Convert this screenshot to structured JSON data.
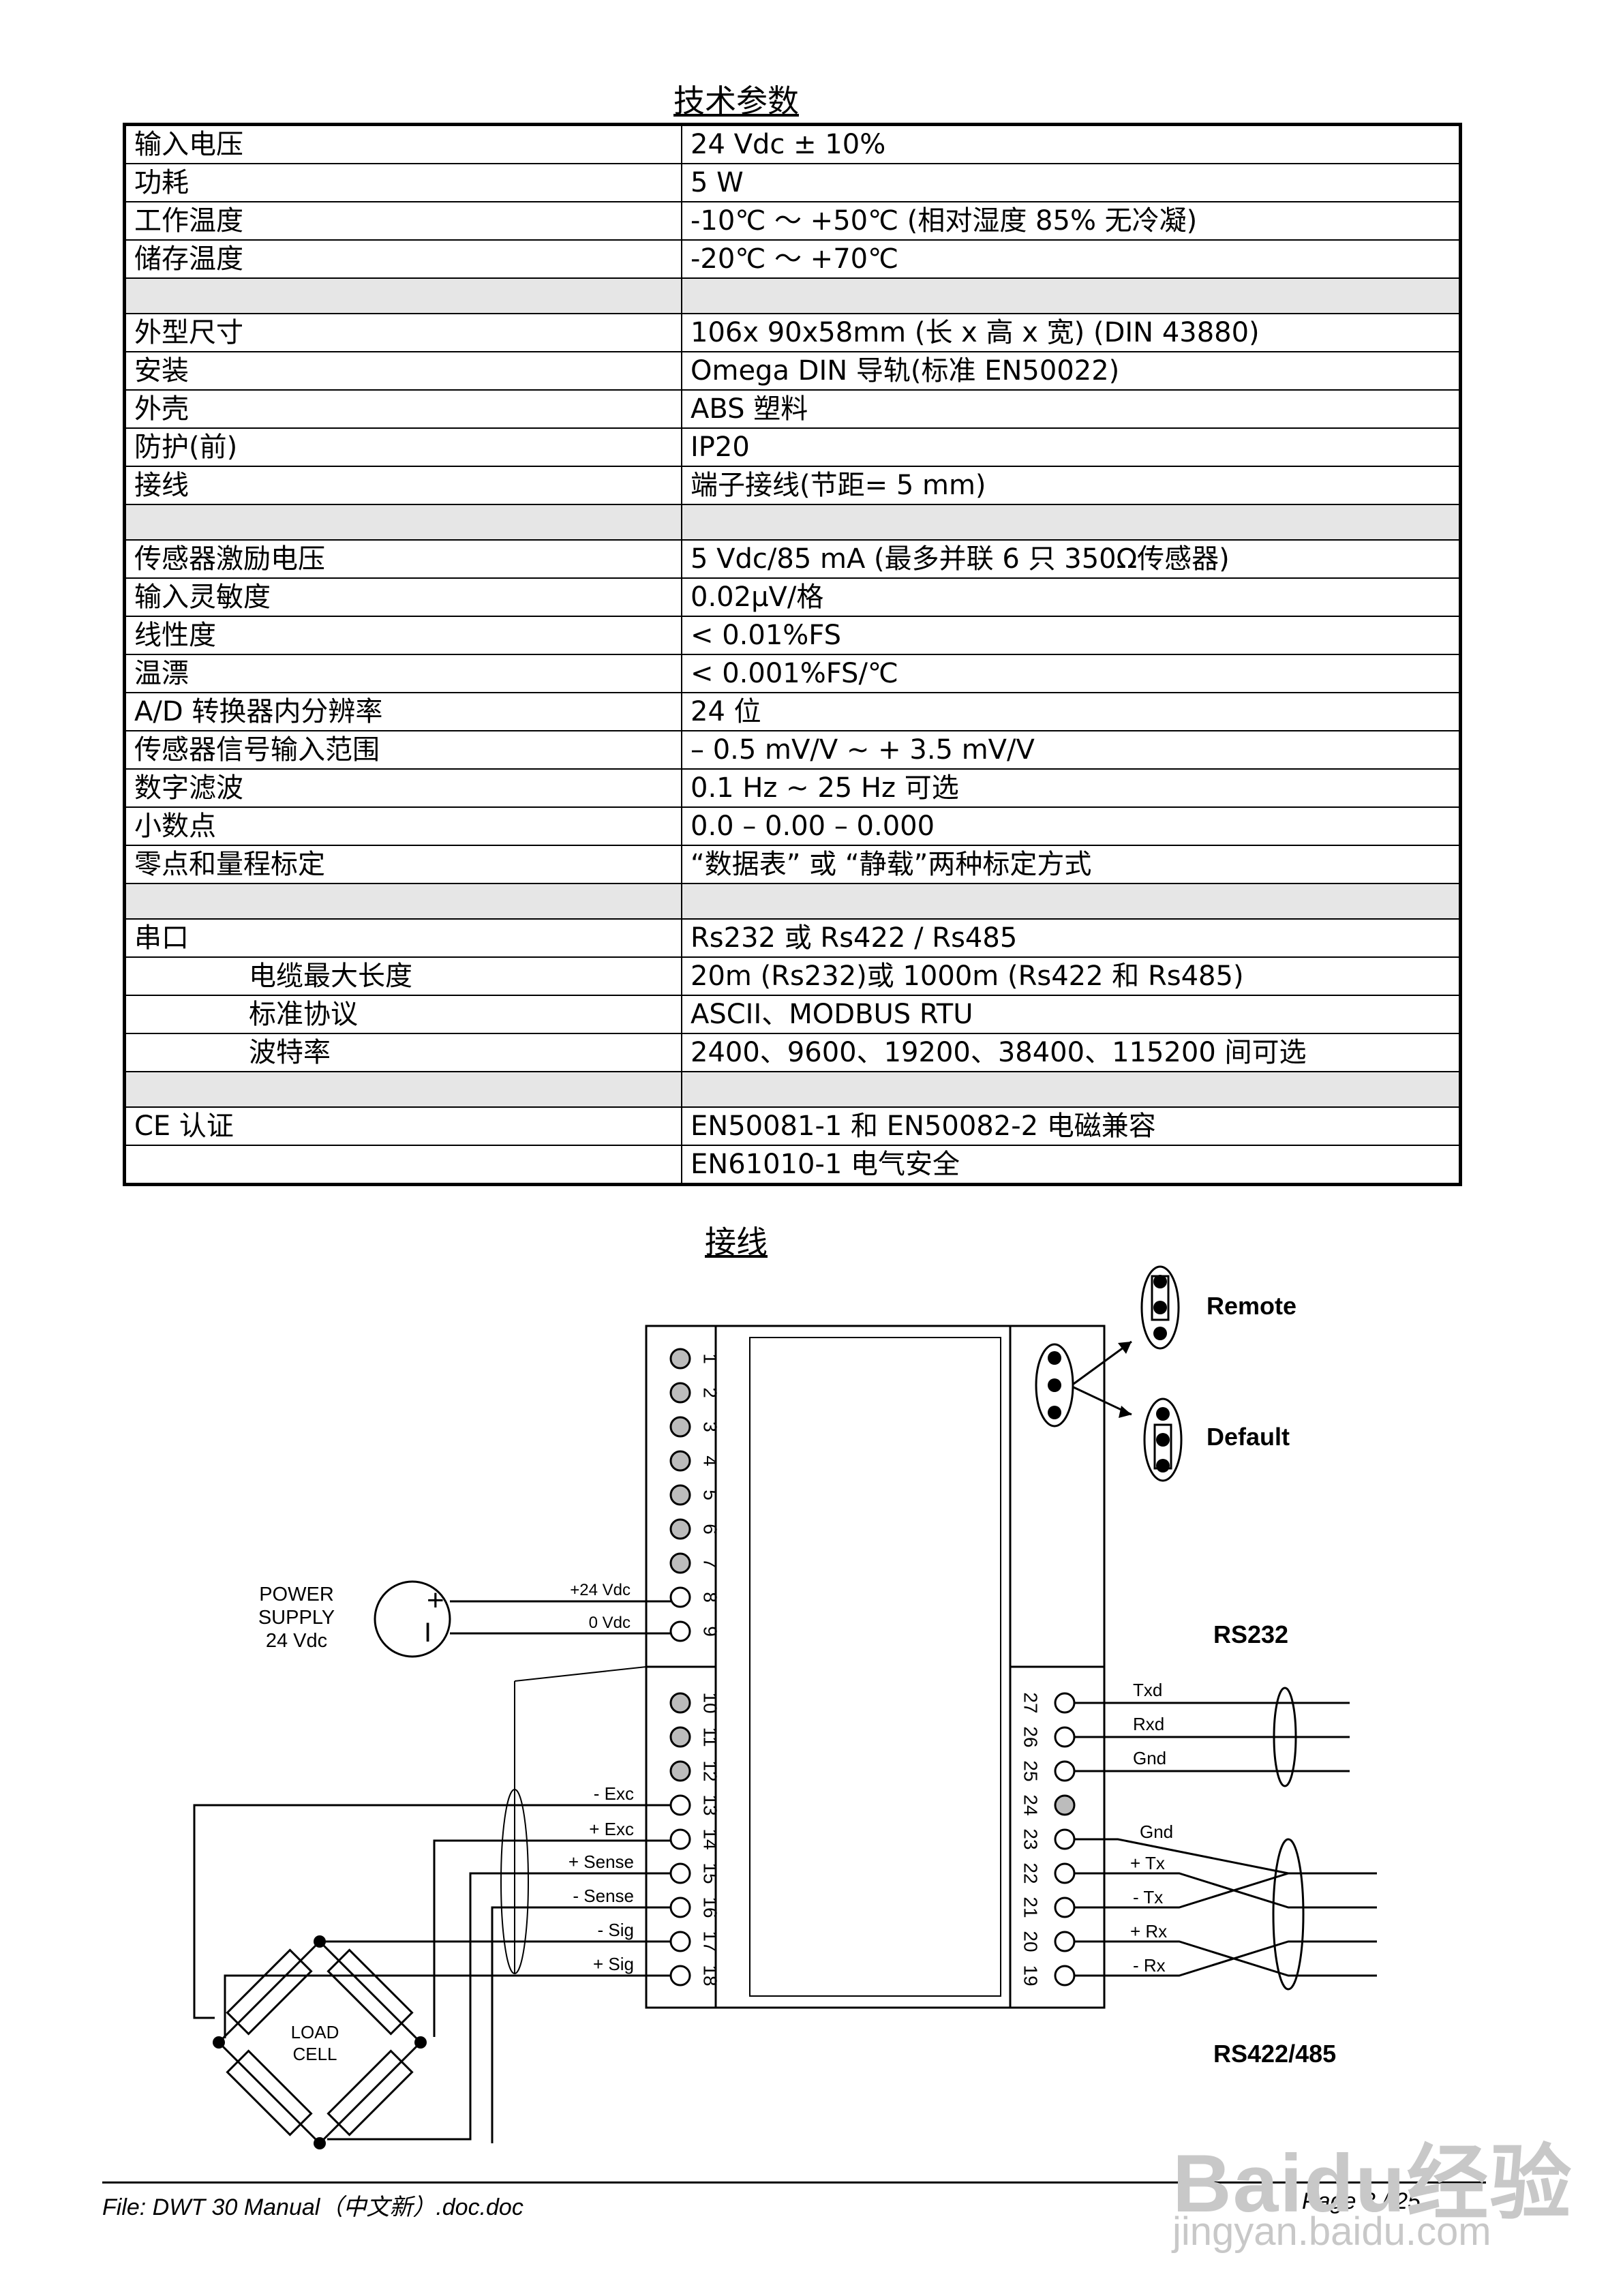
{
  "spec_title": "技术参数",
  "spec_rows": [
    {
      "label": "输入电压",
      "value": "24 Vdc ± 10%"
    },
    {
      "label": "功耗",
      "value": "5 W"
    },
    {
      "label": "工作温度",
      "value": "-10℃ ～ +50℃ (相对湿度 85% 无冷凝)"
    },
    {
      "label": "储存温度",
      "value": "-20℃ ～ +70℃"
    },
    {
      "gap": true
    },
    {
      "label": "外型尺寸",
      "value": "106x 90x58mm (长 x 高 x 宽) (DIN 43880)"
    },
    {
      "label": "安装",
      "value": "Omega DIN 导轨(标准 EN50022)"
    },
    {
      "label": "外壳",
      "value": "ABS 塑料"
    },
    {
      "label": "防护(前)",
      "value": "IP20"
    },
    {
      "label": "接线",
      "value": "端子接线(节距= 5 mm)"
    },
    {
      "gap": true
    },
    {
      "label": "传感器激励电压",
      "value": "5 Vdc/85 mA (最多并联 6 只 350Ω传感器)"
    },
    {
      "label": "输入灵敏度",
      "value": "0.02μV/格"
    },
    {
      "label": "线性度",
      "value": "< 0.01%FS"
    },
    {
      "label": "温漂",
      "value": "< 0.001%FS/℃"
    },
    {
      "label": "A/D 转换器内分辨率",
      "value": "24 位"
    },
    {
      "label": "传感器信号输入范围",
      "value": "– 0.5 mV/V ~ + 3.5 mV/V"
    },
    {
      "label": "数字滤波",
      "value": "0.1 Hz ~ 25 Hz 可选"
    },
    {
      "label": "小数点",
      "value": "0.0 – 0.00 – 0.000"
    },
    {
      "label": "零点和量程标定",
      "value": "“数据表” 或 “静载”两种标定方式"
    },
    {
      "gap": true
    },
    {
      "label": "串口",
      "value": "Rs232 或 Rs422 / Rs485"
    },
    {
      "label": "电缆最大长度",
      "value": "20m (Rs232)或 1000m (Rs422 和 Rs485)",
      "indent": true
    },
    {
      "label": "标准协议",
      "value": "ASCII、MODBUS RTU",
      "indent": true
    },
    {
      "label": "波特率",
      "value": "2400、9600、19200、38400、115200 间可选",
      "indent": true
    },
    {
      "gap": true
    },
    {
      "label": "CE 认证",
      "value": "EN50081-1 和 EN50082-2 电磁兼容"
    },
    {
      "label": "",
      "value": "EN61010-1 电气安全"
    }
  ],
  "wiring": {
    "title": "接线",
    "remote_label": "Remote",
    "default_label": "Default",
    "power_supply": [
      "POWER",
      "SUPPLY",
      "24 Vdc"
    ],
    "plus_sign": "+",
    "minus_sign": "I",
    "supply_wires": [
      "+24 Vdc",
      "0 Vdc"
    ],
    "load_cell_label": [
      "LOAD",
      "CELL"
    ],
    "load_cell_wires": [
      "- Exc",
      "+ Exc",
      "+ Sense",
      "- Sense",
      "- Sig",
      "+ Sig"
    ],
    "rs232_title": "RS232",
    "rs232_wires": [
      "Txd",
      "Rxd",
      "Gnd"
    ],
    "rs485_title": "RS422/485",
    "rs485_wires": [
      "Gnd",
      "+ Tx",
      "- Tx",
      "+ Rx",
      "- Rx"
    ],
    "left_terminals": [
      "1",
      "2",
      "3",
      "4",
      "5",
      "6",
      "7",
      "8",
      "9",
      "10",
      "11",
      "12",
      "13",
      "14",
      "15",
      "16",
      "17",
      "18"
    ],
    "right_terminals": [
      "27",
      "26",
      "25",
      "24",
      "23",
      "22",
      "21",
      "20",
      "19"
    ]
  },
  "footer": {
    "file": "File: DWT 30 Manual（中文新）.doc.doc",
    "page": "Page 3 / 25"
  },
  "watermark": {
    "line1": "Baidu经验",
    "line2": "jingyan.baidu.com"
  }
}
